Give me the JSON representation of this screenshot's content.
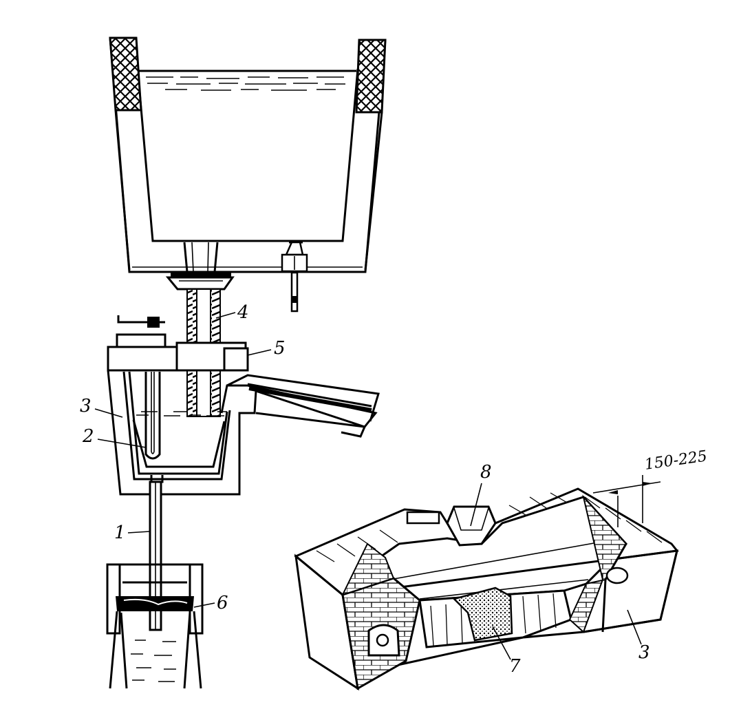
{
  "labels": {
    "l1": "1",
    "l2": "2",
    "l3": "3",
    "l4": "4",
    "l5": "5",
    "l6": "6",
    "l7": "7",
    "l8": "8",
    "l3b": "3",
    "dimension": "150-225"
  }
}
